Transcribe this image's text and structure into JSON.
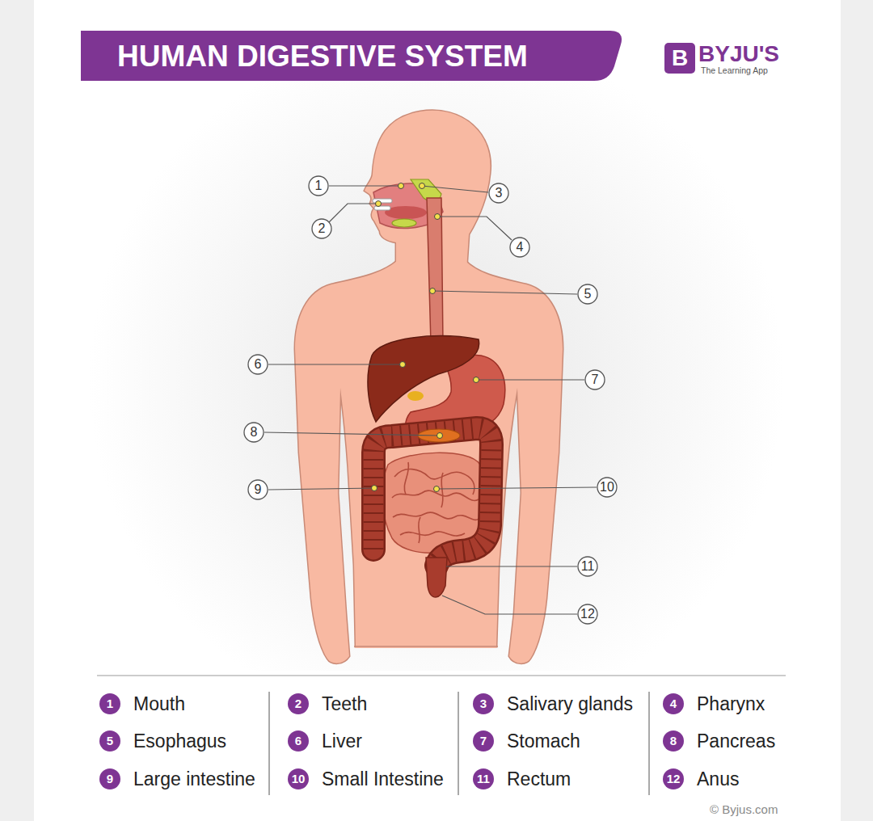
{
  "diagram": {
    "title": "HUMAN DIGESTIVE SYSTEM",
    "labels": [
      "B",
      "BYJU'S",
      "The Learning App",
      "1",
      "2",
      "3",
      "4",
      "5",
      "6",
      "7",
      "8",
      "9",
      "10",
      "11",
      "12",
      "1",
      "2",
      "3",
      "4",
      "5",
      "6",
      "7",
      "8",
      "9",
      "10",
      "11",
      "12",
      "© Byjus.com"
    ],
    "legend": [
      {
        "text": "Mouth"
      },
      {
        "text": "Teeth"
      },
      {
        "text": "Salivary glands"
      },
      {
        "text": "Pharynx"
      },
      {
        "text": "Esophagus"
      },
      {
        "text": "Liver"
      },
      {
        "text": "Stomach"
      },
      {
        "text": "Pancreas"
      },
      {
        "text": "Large intestine"
      },
      {
        "text": "Small Intestine"
      },
      {
        "text": "Rectum"
      },
      {
        "text": "Anus"
      }
    ]
  }
}
